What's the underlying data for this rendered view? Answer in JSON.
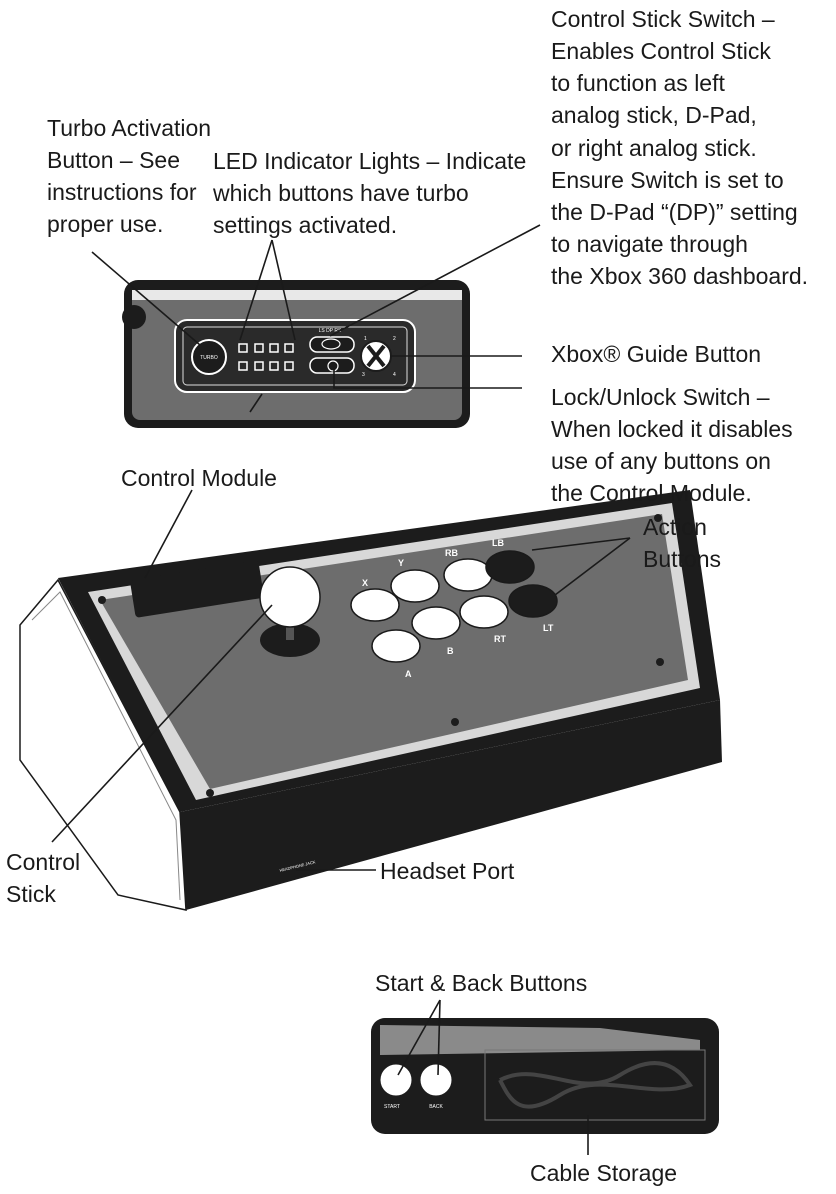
{
  "labels": {
    "turbo": [
      "Turbo Activation",
      "Button – See",
      "instructions for",
      "proper use."
    ],
    "led": [
      "LED Indicator Lights – Indicate",
      "which buttons have turbo",
      "settings activated."
    ],
    "stick_switch": [
      "Control Stick Switch –",
      "Enables Control Stick",
      "to function as left",
      "analog stick, D-Pad,",
      "or right analog stick.",
      "Ensure Switch is set to",
      "the D-Pad “(DP)” setting",
      "to navigate through",
      "the Xbox 360 dashboard."
    ],
    "guide": "Xbox® Guide Button",
    "lock": [
      "Lock/Unlock Switch –",
      "When locked it disables",
      "use of any buttons on",
      "the Control Module."
    ],
    "control_module": "Control Module",
    "action": [
      "Action",
      "Buttons"
    ],
    "control_stick": [
      "Control",
      "Stick"
    ],
    "headset": "Headset Port",
    "start_back": "Start & Back Buttons",
    "cable": "Cable Storage"
  },
  "module": {
    "turbo_button": "TURBO",
    "switch_label": "LS DP RS",
    "player_numbers": [
      "1",
      "2",
      "3",
      "4"
    ]
  },
  "buttons": {
    "x": "X",
    "y": "Y",
    "rb": "RB",
    "lb": "LB",
    "a": "A",
    "b": "B",
    "rt": "RT",
    "lt": "LT"
  },
  "side": {
    "headphone_jack": "HEADPHONE JACK",
    "start": "START",
    "back": "BACK"
  },
  "colors": {
    "plate": "#6d6d6d",
    "body": "#1c1c1c",
    "line": "#1a1a1a"
  }
}
